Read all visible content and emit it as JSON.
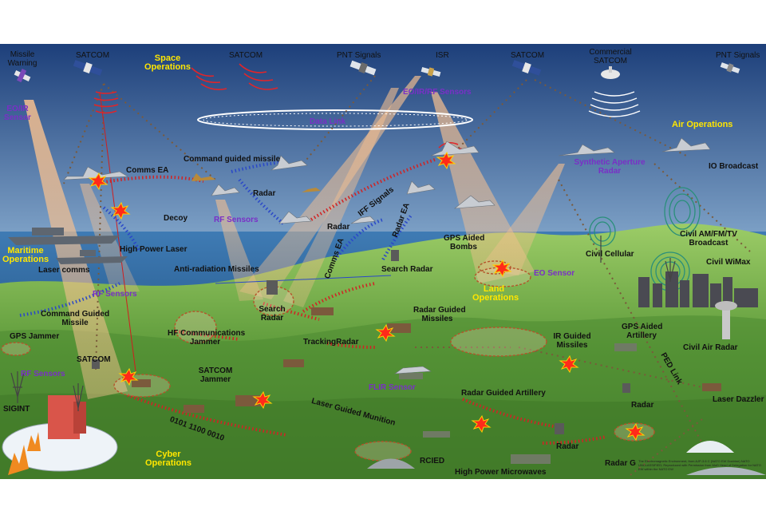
{
  "labels": {
    "missile_warning": "Missile\nWarning",
    "satcom_1": "SATCOM",
    "space_operations": "Space\nOperations",
    "satcom_2": "SATCOM",
    "pnt_signals_1": "PNT Signals",
    "isr": "ISR",
    "satcom_3": "SATCOM",
    "commercial_satcom": "Commercial\nSATCOM",
    "pnt_signals_2": "PNT Signals",
    "eo_ir_sensor": "EO/IR\nSensor",
    "eo_ir_rf_sensors": "EO/IR/RF Sensors",
    "data_link": "Data Link",
    "air_operations": "Air Operations",
    "comms_ea_1": "Comms EA",
    "command_guided_missile": "Command guided missile",
    "synthetic_aperture_radar": "Synthetic Aperture\nRadar",
    "io_broadcast": "IO Broadcast",
    "radar_1": "Radar",
    "rf_sensors_1": "RF Sensors",
    "decoy": "Decoy",
    "iff_signals": "IFF Signals",
    "radar_ea": "Radar EA",
    "radar_2": "Radar",
    "comms_ea_2": "Comms EA",
    "gps_aided_bombs": "GPS Aided\nBombs",
    "civil_am_fm_tv": "Civil AM/FM/TV\nBroadcast",
    "maritime_operations": "Maritime\nOperations",
    "high_power_laser": "High Power Laser",
    "civil_cellular": "Civil Cellular",
    "civil_wimax": "Civil WiMax",
    "laser_comms": "Laser comms",
    "anti_radiation_missiles": "Anti-radiation Missiles",
    "search_radar_1": "Search Radar",
    "eo_sensor": "EO Sensor",
    "land_operations": "Land\nOperations",
    "rf_sensors_2": "RF Sensors",
    "search_radar_2": "Search\nRadar",
    "command_guided_missile_2": "Command Guided\nMissile",
    "radar_guided_missiles": "Radar Guided\nMissiles",
    "hf_communications_jammer": "HF Communications\nJammer",
    "gps_jammer": "GPS Jammer",
    "tracking_radar": "TrackingRadar",
    "ir_guided_missiles": "IR Guided\nMissiles",
    "gps_aided_artillery": "GPS Aided\nArtillery",
    "civil_air_radar": "Civil  Air Radar",
    "satcom_4": "SATCOM",
    "rf_sensors_3": "RF Sensors",
    "satcom_jammer": "SATCOM\nJammer",
    "ped_link": "PED Link",
    "flir_sensor": "FLIR Sensor",
    "radar_guided_artillery": "Radar Guided Artillery",
    "sigint": "SIGINT",
    "laser_dazzler": "Laser Dazzler",
    "radar_3": "Radar",
    "laser_guided_munition": "Laser Guided Munition",
    "binary": "0101 1100 0010",
    "radar_4": "Radar",
    "cyber_operations": "Cyber\nOperations",
    "rcied": "RCIED",
    "radar_g": "Radar G",
    "high_power_microwaves": "High Power Microwaves",
    "source_note": "The Electromagnetic Environment, from AJP-3.6 C (NATO EW Doctrine) NATO UNCLASSIFIED; Reproduced with Permission from MoD Head of Delegation for NATO EW within the NATO EW"
  },
  "colors": {
    "sky_top": "#1d3f7a",
    "sky_bottom": "#d9e6f2",
    "sea": "#2b6aa8",
    "land_dark": "#3f7f2c",
    "land_light": "#8ec35a",
    "operation_label": "#ffe600",
    "sensor_label": "#7a2fc7",
    "signal_red": "#e0252a",
    "signal_blue": "#2a48c8",
    "beam_orange": "#f3b27a"
  }
}
